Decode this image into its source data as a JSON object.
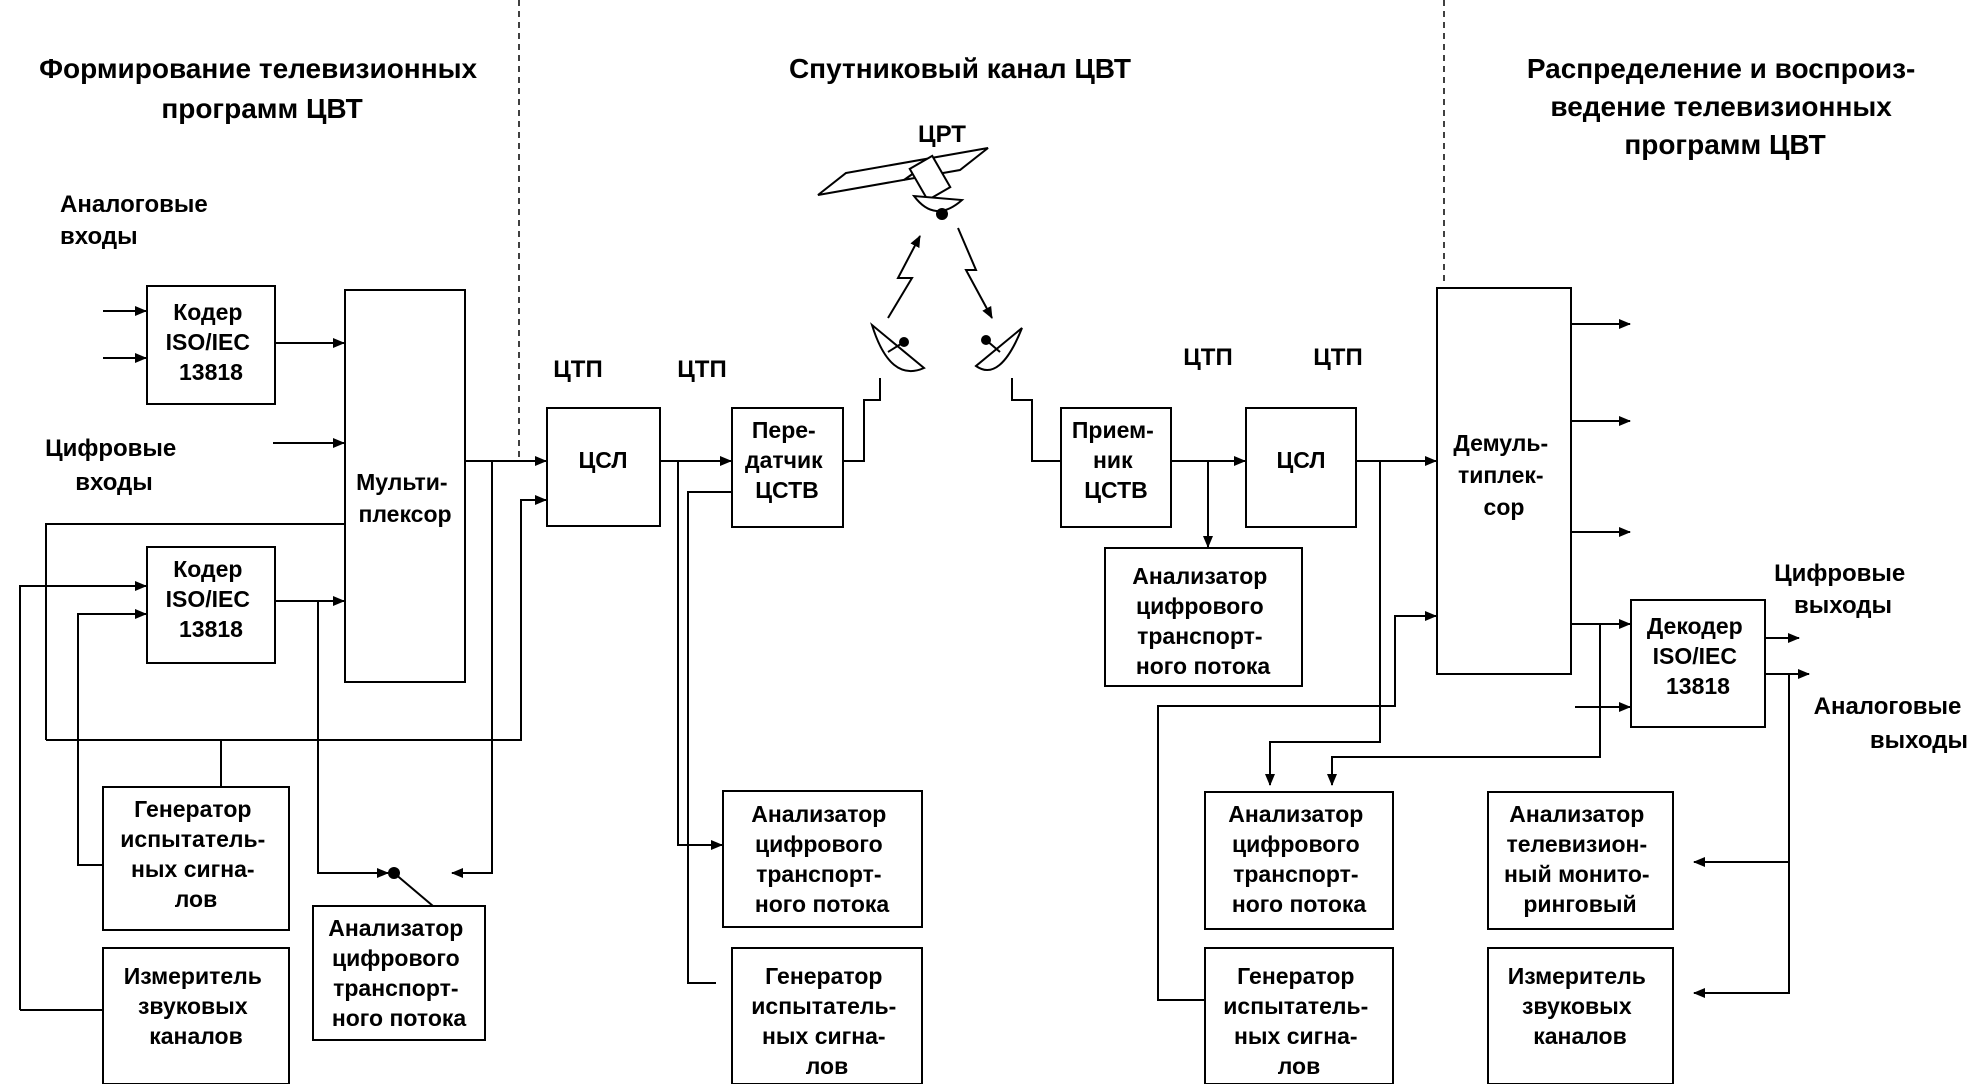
{
  "sections": {
    "left": [
      "Формирование телевизионных",
      "программ ЦВТ"
    ],
    "middle": [
      "Спутниковый канал  ЦВТ"
    ],
    "right": [
      "Распределение и воспроиз-",
      "ведение телевизионных",
      "программ ЦВТ"
    ]
  },
  "labels": {
    "analog_in": [
      "Аналоговые",
      "входы"
    ],
    "digital_in": [
      "Цифровые",
      "входы"
    ],
    "ctp_1": "ЦТП",
    "ctp_2": "ЦТП",
    "ctp_3": "ЦТП",
    "ctp_4": "ЦТП",
    "crt": "ЦРТ",
    "digital_out": [
      "Цифровые",
      "выходы"
    ],
    "analog_out": [
      "Аналоговые",
      "выходы"
    ]
  },
  "blocks": {
    "coder_1": [
      "Кодер",
      "ISO/IEC",
      "13818"
    ],
    "coder_2": [
      "Кодер",
      "ISO/IEC",
      "13818"
    ],
    "multiplexer": [
      "Мульти-",
      "плексор"
    ],
    "gen_left": [
      "Генератор",
      "испытатель-",
      "ных сигна-",
      "лов"
    ],
    "meter_left": [
      "Измеритель",
      "звуковых",
      "каналов"
    ],
    "analyzer_left": [
      "Анализатор",
      "цифрового",
      "транспорт-",
      "ного потока"
    ],
    "csl_1": [
      "ЦСЛ"
    ],
    "transmitter": [
      "Пере-",
      "датчик",
      "ЦСТВ"
    ],
    "analyzer_mid": [
      "Анализатор",
      "цифрового",
      "транспорт-",
      "ного потока"
    ],
    "gen_mid": [
      "Генератор",
      "испытатель-",
      "ных сигна-",
      "лов"
    ],
    "receiver": [
      "Прием-",
      "ник",
      "ЦСТВ"
    ],
    "analyzer_rx": [
      "Анализатор",
      "цифрового",
      "транспорт-",
      "ного потока"
    ],
    "csl_2": [
      "ЦСЛ"
    ],
    "demux": [
      "Демуль-",
      "типлек-",
      "сор"
    ],
    "decoder": [
      "Декодер",
      "ISO/IEC",
      "13818"
    ],
    "analyzer_right": [
      "Анализатор",
      "цифрового",
      "транспорт-",
      "ного потока"
    ],
    "gen_right": [
      "Генератор",
      "испытатель-",
      "ных сигна-",
      "лов"
    ],
    "tv_monitor": [
      "Анализатор",
      "телевизион-",
      "ный монито-",
      "ринговый"
    ],
    "meter_right": [
      "Измеритель",
      "звуковых",
      "каналов"
    ]
  }
}
